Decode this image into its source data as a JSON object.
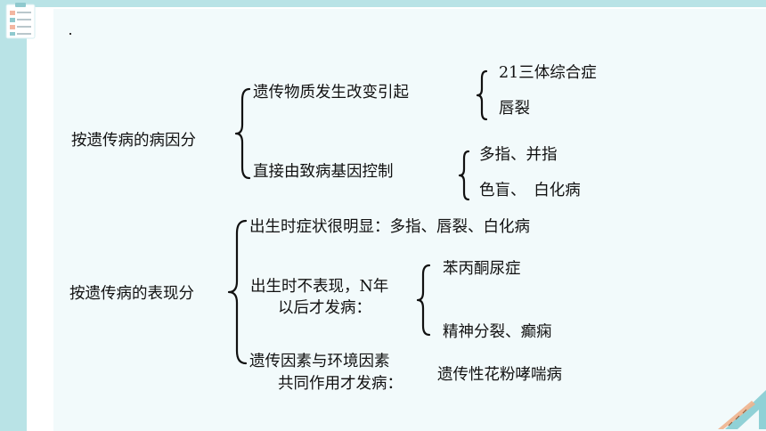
{
  "colors": {
    "frame": "#b9e3e6",
    "panel": "#f2fafb",
    "text": "#111111"
  },
  "diagram": {
    "by_cause": {
      "label": "按遗传病的病因分",
      "genetic_material": {
        "label": "遗传物质发生改变引起",
        "examples": [
          "21三体综合症",
          "唇裂"
        ]
      },
      "pathogenic_gene": {
        "label": "直接由致病基因控制",
        "examples": [
          "多指、并指",
          "色盲、　白化病"
        ]
      }
    },
    "by_manifestation": {
      "label": "按遗传病的表现分",
      "obvious_at_birth": {
        "label": "出生时症状很明显：多指、唇裂、白化病"
      },
      "later_onset": {
        "label_line1": "出生时不表现，N年",
        "label_line2": "以后才发病：",
        "examples": [
          "苯丙酮尿症",
          "精神分裂、癫痫"
        ]
      },
      "gene_environment": {
        "label_line1": "遗传因素与环境因素",
        "label_line2": "共同作用才发病：",
        "example": "遗传性花粉哮喘病"
      }
    }
  },
  "icons": {
    "corner": "clipboard-icon",
    "bottom_right": "ruler-triangle-icon"
  }
}
